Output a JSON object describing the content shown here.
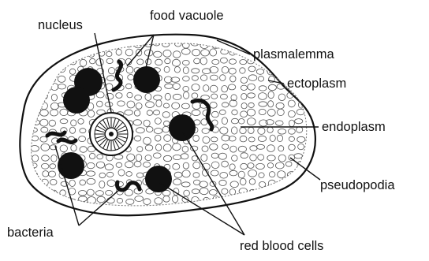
{
  "labels": {
    "nucleus": "nucleus",
    "food_vacuole": "food vacuole",
    "plasmalemma": "plasmalemma",
    "ectoplasm": "ectoplasm",
    "endoplasm": "endoplasm",
    "pseudopodia": "pseudopodia",
    "bacteria": "bacteria",
    "red_blood_cells": "red blood cells"
  },
  "colors": {
    "ink": "#111111",
    "background": "#ffffff",
    "endoplasm_texture": "#555555"
  }
}
